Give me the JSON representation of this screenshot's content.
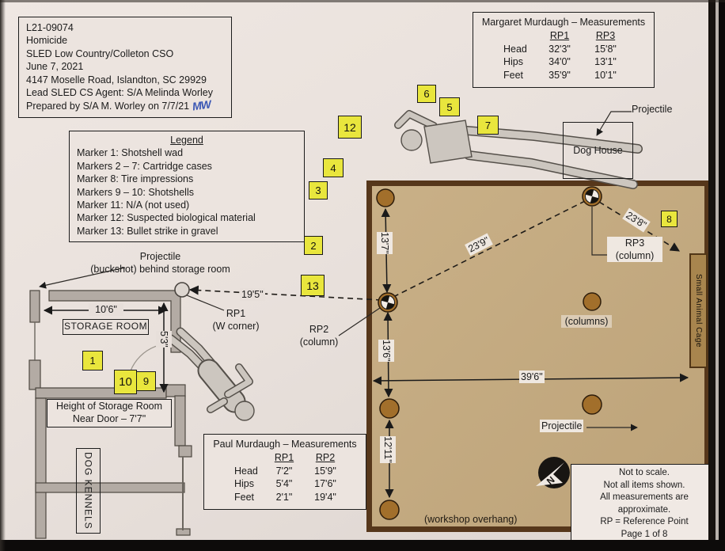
{
  "case_info": {
    "lines": [
      "L21-09074",
      "Homicide",
      "SLED Low Country/Colleton CSO",
      "June 7, 2021",
      "4147 Moselle Road, Islandton, SC 29929",
      "Lead SLED CS Agent: S/A Melinda Worley",
      "Prepared by S/A M. Worley on 7/7/21"
    ],
    "initials": "MW"
  },
  "legend": {
    "title": "Legend",
    "items": [
      "Marker 1:  Shotshell wad",
      "Markers 2 – 7:  Cartridge cases",
      "Marker 8:  Tire impressions",
      "Markers 9 – 10:  Shotshells",
      "Marker 11:  N/A (not used)",
      "Marker 12:  Suspected biological material",
      "Marker 13:  Bullet strike in gravel"
    ]
  },
  "margaret_table": {
    "title": "Margaret Murdaugh – Measurements",
    "headers": [
      "RP1",
      "RP3"
    ],
    "rows": [
      [
        "Head",
        "32'3\"",
        "15'8\""
      ],
      [
        "Hips",
        "34'0\"",
        "13'1\""
      ],
      [
        "Feet",
        "35'9\"",
        "10'1\""
      ]
    ]
  },
  "paul_table": {
    "title": "Paul Murdaugh – Measurements",
    "headers": [
      "RP1",
      "RP2"
    ],
    "rows": [
      [
        "Head",
        "7'2\"",
        "15'9\""
      ],
      [
        "Hips",
        "5'4\"",
        "17'6\""
      ],
      [
        "Feet",
        "2'1\"",
        "19'4\""
      ]
    ]
  },
  "notes": {
    "lines": [
      "Not to scale.",
      "Not all items shown.",
      "All measurements are approximate.",
      "RP = Reference Point",
      "Page 1 of 8"
    ]
  },
  "labels": {
    "projectile_buckshot_1": "Projectile",
    "projectile_buckshot_2": "(buckshot) behind storage room",
    "storage_room": "STORAGE ROOM",
    "height_note_1": "Height of Storage Room",
    "height_note_2": "Near Door – 7'7\"",
    "dog_kennels": "DOG KENNELS",
    "rp1_1": "RP1",
    "rp1_2": "(W corner)",
    "rp2_1": "RP2",
    "rp2_2": "(column)",
    "rp3_1": "RP3",
    "rp3_2": "(column)",
    "dog_house": "Dog House",
    "projectile_top": "Projectile",
    "projectile_workshop": "Projectile",
    "columns": "(columns)",
    "small_animal_cage": "Small Animal Cage",
    "workshop_overhang": "(workshop overhang)",
    "north": "N"
  },
  "dimensions": {
    "w_10_6": "10'6\"",
    "h_5_3": "5'3\"",
    "d_19_5": "19'5\"",
    "d_13_7": "13'7\"",
    "d_23_9": "23'9\"",
    "d_23_8": "23'8\"",
    "d_13_6": "13'6\"",
    "d_12_11": "12'11\"",
    "d_39_6": "39'6\""
  },
  "markers": [
    "1",
    "2",
    "3",
    "4",
    "5",
    "6",
    "7",
    "8",
    "9",
    "10",
    "12",
    "13"
  ],
  "colors": {
    "marker_yellow": "#e9e63d",
    "workshop_tan": "#c3aa80",
    "workshop_border": "#56371b",
    "column_brown": "#a26f2b",
    "wall_gray": "#b3aba4",
    "paper": "#e8e0db",
    "initials_blue": "#3a56b4"
  }
}
